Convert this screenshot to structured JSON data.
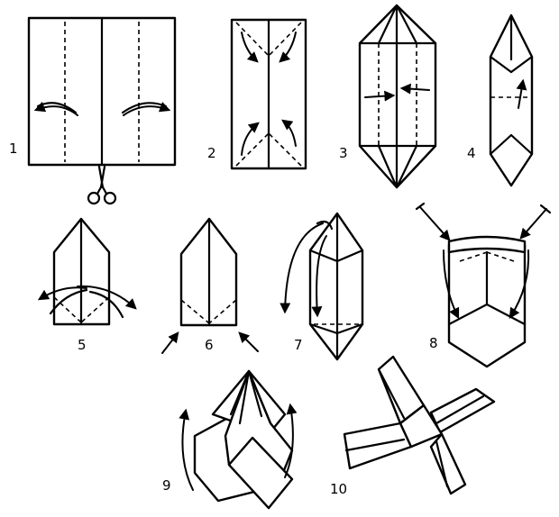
{
  "steps": [
    {
      "number": "1"
    },
    {
      "number": "2"
    },
    {
      "number": "3"
    },
    {
      "number": "4"
    },
    {
      "number": "5"
    },
    {
      "number": "6"
    },
    {
      "number": "7"
    },
    {
      "number": "8"
    },
    {
      "number": "9"
    },
    {
      "number": "10"
    }
  ],
  "icons": {
    "scissors": "scissors-icon",
    "fold_arrow": "fold-arrow-icon"
  }
}
